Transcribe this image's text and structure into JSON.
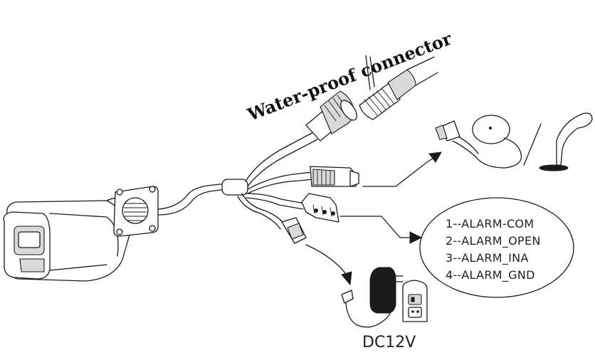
{
  "labels": {
    "waterproof_connector": "Water-proof connector",
    "power": "DC12V"
  },
  "alarm_pins": [
    "1--ALARM-COM",
    "2--ALARM_OPEN",
    "3--ALARM_INA",
    "4--ALARM_GND"
  ]
}
